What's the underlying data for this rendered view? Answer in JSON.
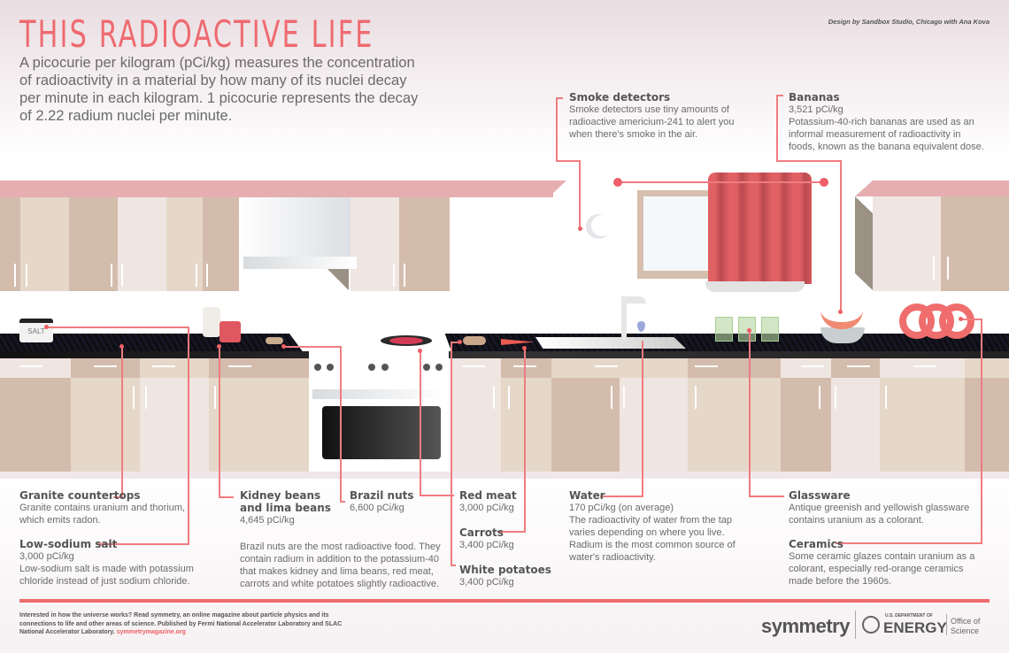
{
  "header": {
    "title": "THIS RADIOACTIVE LIFE",
    "intro": "A picocurie per kilogram (pCi/kg) measures the concentration of radioactivity in a material by how many of its nuclei decay per minute in each kilogram. 1 picocurie represents the decay of 2.22 radium nuclei per minute.",
    "credit": "Design by Sandbox Studio, Chicago with Ana Kova"
  },
  "items": {
    "smoke": {
      "name": "Smoke detectors",
      "desc": "Smoke detectors use tiny amounts of radioactive americium-241 to alert you when there's smoke in the air."
    },
    "bananas": {
      "name": "Bananas",
      "value": "3,521 pCi/kg",
      "desc": "Potassium-40-rich bananas are used as an informal measurement of radioactivity in foods, known as the banana equivalent dose."
    },
    "granite": {
      "name": "Granite countertops",
      "desc": "Granite contains uranium and thorium, which emits radon."
    },
    "salt": {
      "name": "Low-sodium salt",
      "value": "3,000 pCi/kg",
      "desc": "Low-sodium salt is made with potassium chloride instead of just sodium chloride."
    },
    "beans": {
      "name_line1": "Kidney beans",
      "name_line2": "and lima beans",
      "value": "4,645 pCi/kg"
    },
    "brazil": {
      "name": "Brazil nuts",
      "value": "6,600 pCi/kg",
      "desc": "Brazil nuts are the most radioactive food. They contain radium in addition to the potassium-40 that makes kidney and lima beans, red meat, carrots and white potatoes slightly radioactive."
    },
    "meat": {
      "name": "Red meat",
      "value": "3,000 pCi/kg"
    },
    "carrots": {
      "name": "Carrots",
      "value": "3,400 pCi/kg"
    },
    "potatoes": {
      "name": "White potatoes",
      "value": "3,400 pCi/kg"
    },
    "water": {
      "name": "Water",
      "value": "170 pCi/kg (on average)",
      "desc": "The radioactivity of water from the tap varies depending on where you live. Radium is the most common source of water's radioactivity."
    },
    "glassware": {
      "name": "Glassware",
      "desc": "Antique greenish and yellowish glassware contains uranium as a colorant."
    },
    "ceramics": {
      "name": "Ceramics",
      "desc": "Some ceramic glazes contain uranium as a colorant, especially red-orange ceramics made before the 1960s."
    }
  },
  "illustration": {
    "salt_label": "SALT"
  },
  "footer": {
    "text": "Interested in how the universe works? Read symmetry, an online magazine about particle physics and its connections to life and other areas of science. Published by Fermi National Accelerator Laboratory and SLAC National Accelerator Laboratory.",
    "link": "symmetrymagazine.org",
    "logo_symmetry": "symmetry",
    "doe_small": "U.S. DEPARTMENT OF",
    "doe_big": "ENERGY",
    "office_line1": "Office of",
    "office_line2": "Science"
  },
  "colors": {
    "accent": "#ee6b70",
    "text": "#6b6b6b",
    "counter": "#111118",
    "cabinet_dark": "#d4bcad",
    "cabinet_mid": "#e5d8c9",
    "cabinet_light": "#efe5e1"
  }
}
